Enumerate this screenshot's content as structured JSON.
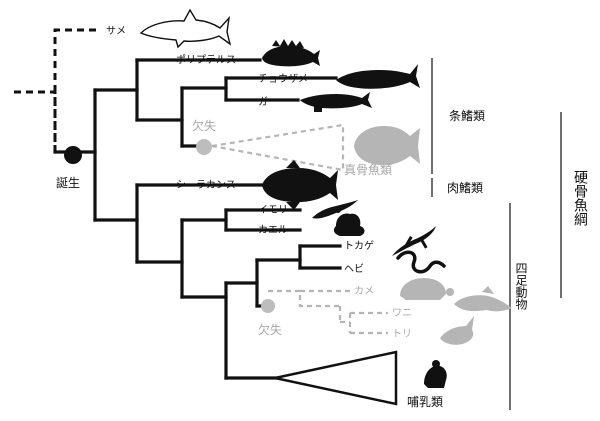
{
  "taxa": {
    "shark": "サメ",
    "polypterus": "ポリプテルス",
    "sturgeon": "チョウザメ",
    "gar": "ガー",
    "coelacanth": "シーラカンス",
    "newt": "イモリ",
    "frog": "カエル",
    "lizard": "トカゲ",
    "snake": "ヘビ",
    "turtle": "カメ",
    "crocodile": "ワニ",
    "bird": "トリ",
    "mammals": "哺乳類"
  },
  "root_label": "誕生",
  "missing_labels": {
    "fish": "欠失",
    "amniote": "欠失"
  },
  "collapsed_group": "真骨魚類",
  "groups": {
    "ray_finned": "条鰭類",
    "lobe_finned": "肉鰭類",
    "tetrapods": "四足動物",
    "bony_fish": "硬骨魚綱"
  },
  "colors": {
    "present": "#111111",
    "lost": "#b0b0b0"
  },
  "icons": [
    "shark-icon",
    "polypterus-icon",
    "sturgeon-icon",
    "gar-icon",
    "teleost-icon",
    "coelacanth-icon",
    "newt-icon",
    "frog-icon",
    "lizard-icon",
    "snake-icon",
    "turtle-icon",
    "crocodile-icon",
    "bird-icon",
    "mouse-icon"
  ]
}
